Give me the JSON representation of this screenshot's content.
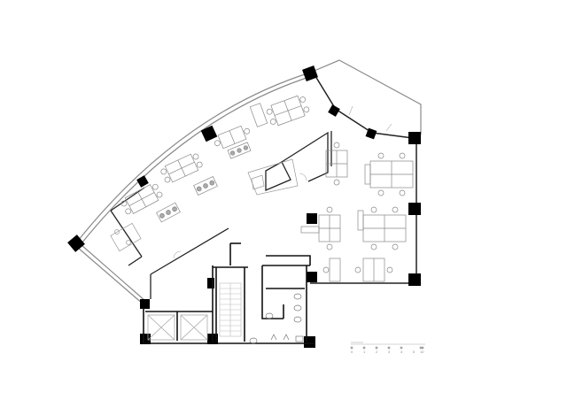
{
  "drawing": {
    "type": "office floor plan",
    "colors": {
      "wall": "#000000",
      "column": "#000000",
      "furniture": "#9a9a9a",
      "glazing": "#8a8a8a",
      "background": "#ffffff"
    }
  },
  "scale_bar": {
    "labels": [
      "0",
      "1",
      "2",
      "3",
      "4",
      "5",
      "10"
    ]
  }
}
